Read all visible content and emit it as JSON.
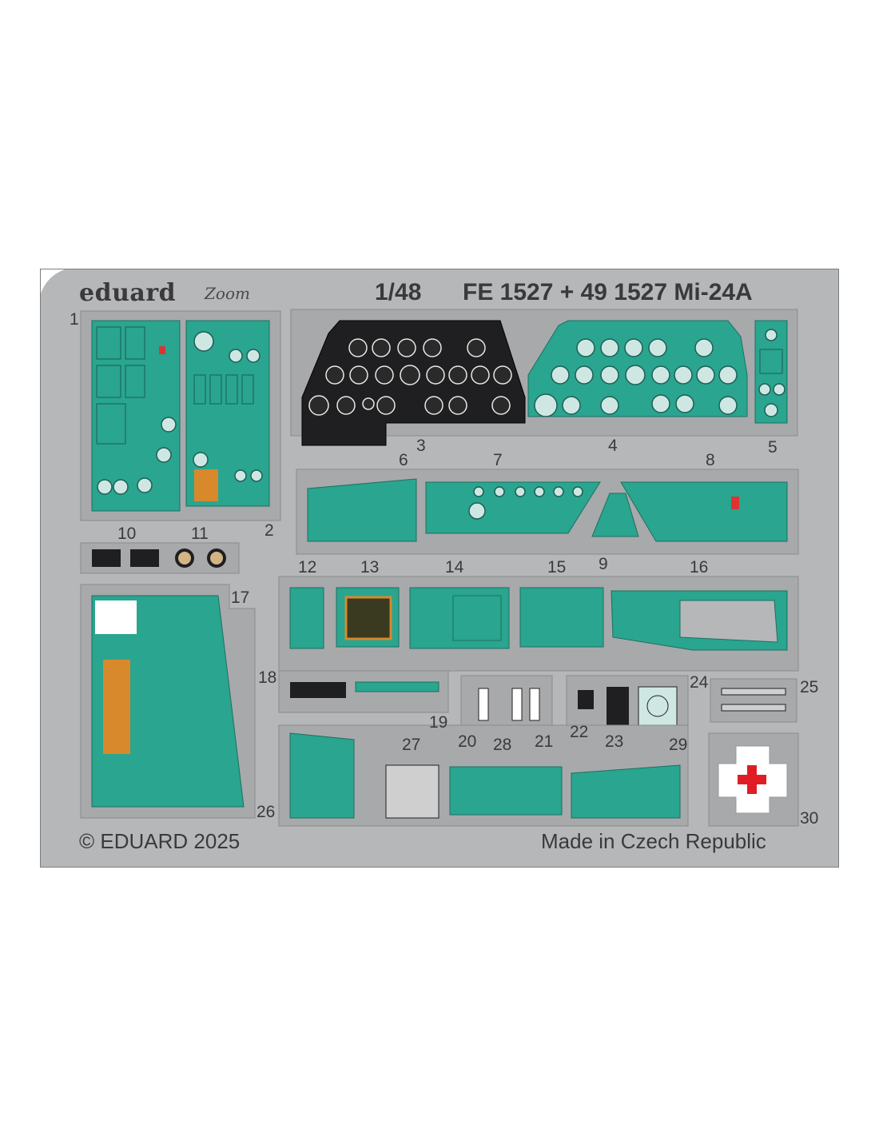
{
  "header": {
    "brand": "eduard",
    "brand_sub": "Zoom",
    "scale": "1/48",
    "product": "FE 1527 + 49 1527 Mi-24A"
  },
  "footer": {
    "copyright": "© EDUARD 2025",
    "origin": "Made in Czech Republic"
  },
  "part_numbers": [
    "1",
    "2",
    "3",
    "4",
    "5",
    "6",
    "7",
    "8",
    "9",
    "10",
    "11",
    "12",
    "13",
    "14",
    "15",
    "16",
    "17",
    "18",
    "19",
    "20",
    "21",
    "22",
    "23",
    "24",
    "25",
    "26",
    "27",
    "28",
    "29",
    "30"
  ],
  "colors": {
    "fret": "#b6b7b9",
    "panel_green": "#2aa58f",
    "instrument_black": "#1f1f22",
    "red_cross": "#e01d25"
  }
}
